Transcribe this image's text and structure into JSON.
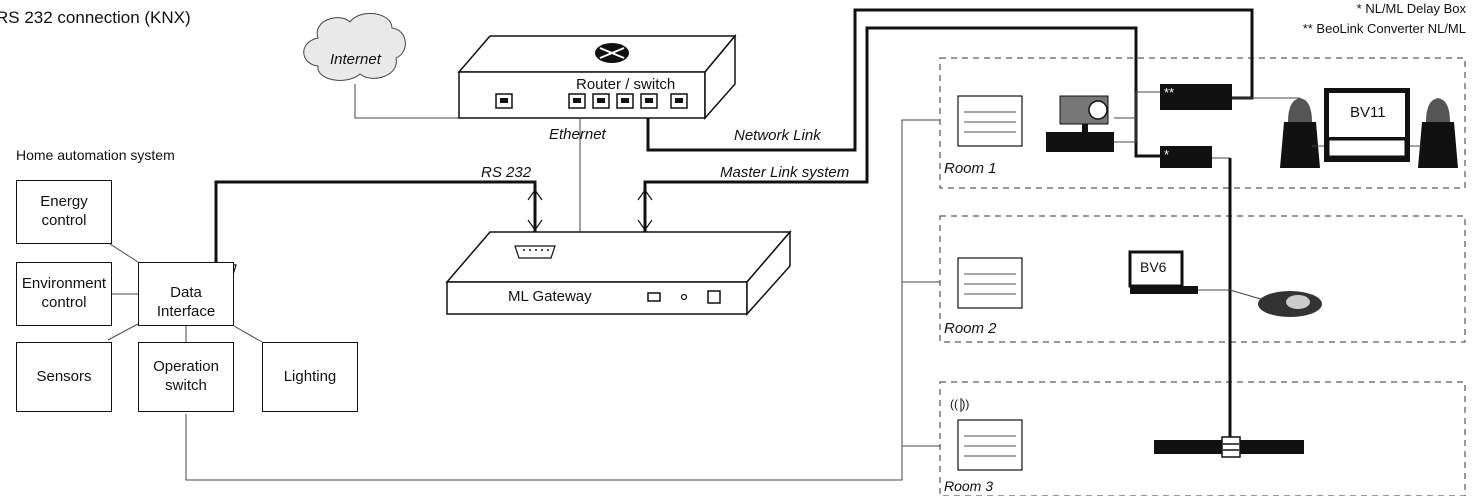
{
  "title": "RS 232 connection (KNX)",
  "legend": {
    "delay_box": "* NL/ML Delay Box",
    "converter": "** BeoLink Converter NL/ML"
  },
  "internet": "Internet",
  "router": "Router / switch",
  "ethernet": "Ethernet",
  "network_link": "Network Link",
  "master_link": "Master Link system",
  "rs232": "RS 232",
  "gateway": "ML Gateway",
  "home_automation": {
    "heading": "Home automation system",
    "data_interface": "Data\nInterface",
    "energy": "Energy\ncontrol",
    "environment": "Environment\ncontrol",
    "sensors": "Sensors",
    "operation": "Operation\nswitch",
    "lighting": "Lighting"
  },
  "rooms": {
    "room1": "Room 1",
    "room2": "Room 2",
    "room3": "Room 3"
  },
  "devices": {
    "bv11": "BV11",
    "bv6": "BV6",
    "converter_mark": "**",
    "delay_mark": "*",
    "wireless_mark": "((   ))"
  }
}
